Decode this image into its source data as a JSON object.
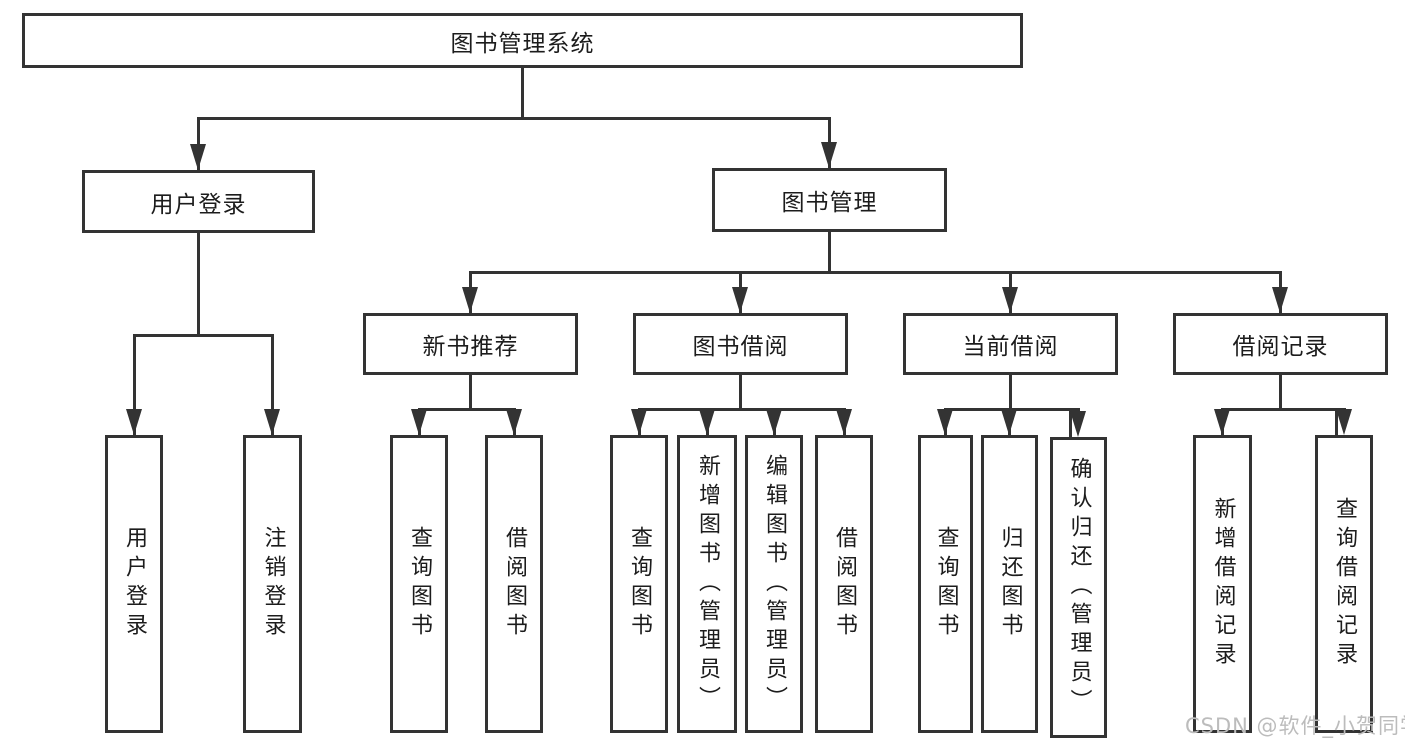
{
  "colors": {
    "line": "#333333",
    "text": "#1c1c1c",
    "watermark": "#bcbcbc"
  },
  "watermark": {
    "text": "CSDN @软件_小贺同学"
  },
  "tree": {
    "root": {
      "label": "图书管理系统",
      "children": [
        {
          "label": "用户登录",
          "children": [
            {
              "label": "用户登录"
            },
            {
              "label": "注销登录"
            }
          ]
        },
        {
          "label": "图书管理",
          "children": [
            {
              "label": "新书推荐",
              "children": [
                {
                  "label": "查询图书"
                },
                {
                  "label": "借阅图书"
                }
              ]
            },
            {
              "label": "图书借阅",
              "children": [
                {
                  "label": "查询图书"
                },
                {
                  "label": "新增图书（管理员）"
                },
                {
                  "label": "编辑图书（管理员）"
                },
                {
                  "label": "借阅图书"
                }
              ]
            },
            {
              "label": "当前借阅",
              "children": [
                {
                  "label": "查询图书"
                },
                {
                  "label": "归还图书"
                },
                {
                  "label": "确认归还（管理员）"
                }
              ]
            },
            {
              "label": "借阅记录",
              "children": [
                {
                  "label": "新增借阅记录"
                },
                {
                  "label": "查询借阅记录"
                }
              ]
            }
          ]
        }
      ]
    }
  }
}
